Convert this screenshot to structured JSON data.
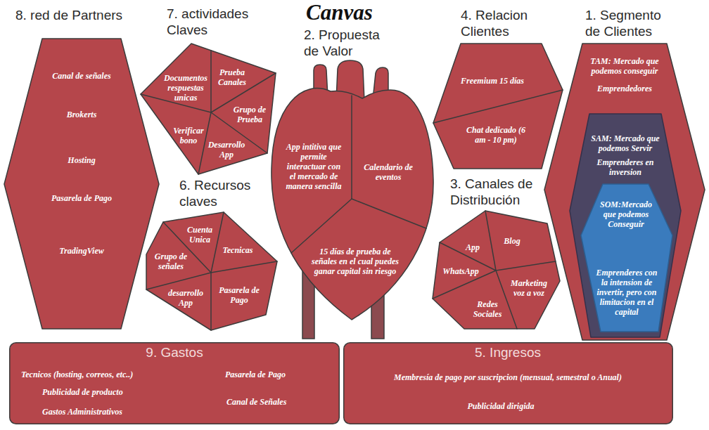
{
  "diagram": {
    "title": "Canvas",
    "nodes": [
      {
        "text": [
          "8. red de Partners",
          "Canal de señales",
          "Brokerts",
          "Hosting",
          "Pasarela de Pago",
          "TradingView"
        ]
      },
      {
        "text": [
          "7. actividades Claves"
        ]
      },
      {
        "text": [
          "Prueba Canales"
        ],
        "in": 1
      },
      {
        "text": [
          "Grupo de Prueba"
        ],
        "in": 1
      },
      {
        "text": [
          "Desarrollo App"
        ],
        "in": 1
      },
      {
        "text": [
          "Verificar bono"
        ],
        "in": 1
      },
      {
        "text": [
          "Documentos respuestas unicas"
        ],
        "in": 1
      },
      {
        "text": [
          "2. Propuesta de Valor"
        ]
      },
      {
        "text": [
          "App intitiva que permite interactuar con el mercado de manera sencilla"
        ],
        "in": 7
      },
      {
        "text": [
          "Calendario de eventos"
        ],
        "in": 7
      },
      {
        "text": [
          "15 días de prueba de señales en el cual puedes ganar capital sin riesgo"
        ],
        "in": 7
      },
      {
        "text": [
          "4. Relacion Clientes"
        ]
      },
      {
        "text": [
          "Freemium 15 días"
        ],
        "in": 11
      },
      {
        "text": [
          "Chat dedicado (6 am - 10 pm)"
        ],
        "in": 11
      },
      {
        "text": [
          "1. Segmento de Clientes",
          "TAM: Mercado que podemos conseguir",
          "Emprendedores"
        ]
      },
      {
        "text": [
          "SAM: Mercado que podemos Servir",
          "Emprenderes en inversion"
        ],
        "in": 14
      },
      {
        "text": [
          "SOM:Mercado que podemos Conseguir",
          "Emprenderes con la intension de invertir, pero con limitacion en el capital"
        ],
        "in": 15
      },
      {
        "text": [
          "6. Recursos claves"
        ]
      },
      {
        "text": [
          "Cuenta Unica"
        ],
        "in": 17
      },
      {
        "text": [
          "Tecnicas"
        ],
        "in": 17
      },
      {
        "text": [
          "Pasarela de Pago"
        ],
        "in": 17
      },
      {
        "text": [
          "desarrollo App"
        ],
        "in": 17
      },
      {
        "text": [
          "Grupo de señales"
        ],
        "in": 17
      },
      {
        "text": [
          "3. Canales de Distribución"
        ]
      },
      {
        "text": [
          "App"
        ],
        "in": 23
      },
      {
        "text": [
          "Blog"
        ],
        "in": 23
      },
      {
        "text": [
          "Marketing voz a voz"
        ],
        "in": 23
      },
      {
        "text": [
          "Redes Sociales"
        ],
        "in": 23
      },
      {
        "text": [
          "WhatsApp"
        ],
        "in": 23
      },
      {
        "text": [
          "9. Gastos",
          "Tecnicos (hosting, correos, etc..)",
          "Publicidad de producto",
          "Gastos Administrativos",
          "Pasarela de Pago",
          "Canal de Señales"
        ]
      },
      {
        "text": [
          "5. Ingresos",
          "Membresía de pago por suscripcion (mensual, semestral o Anual)",
          "Publicidad dirigida"
        ]
      }
    ]
  }
}
